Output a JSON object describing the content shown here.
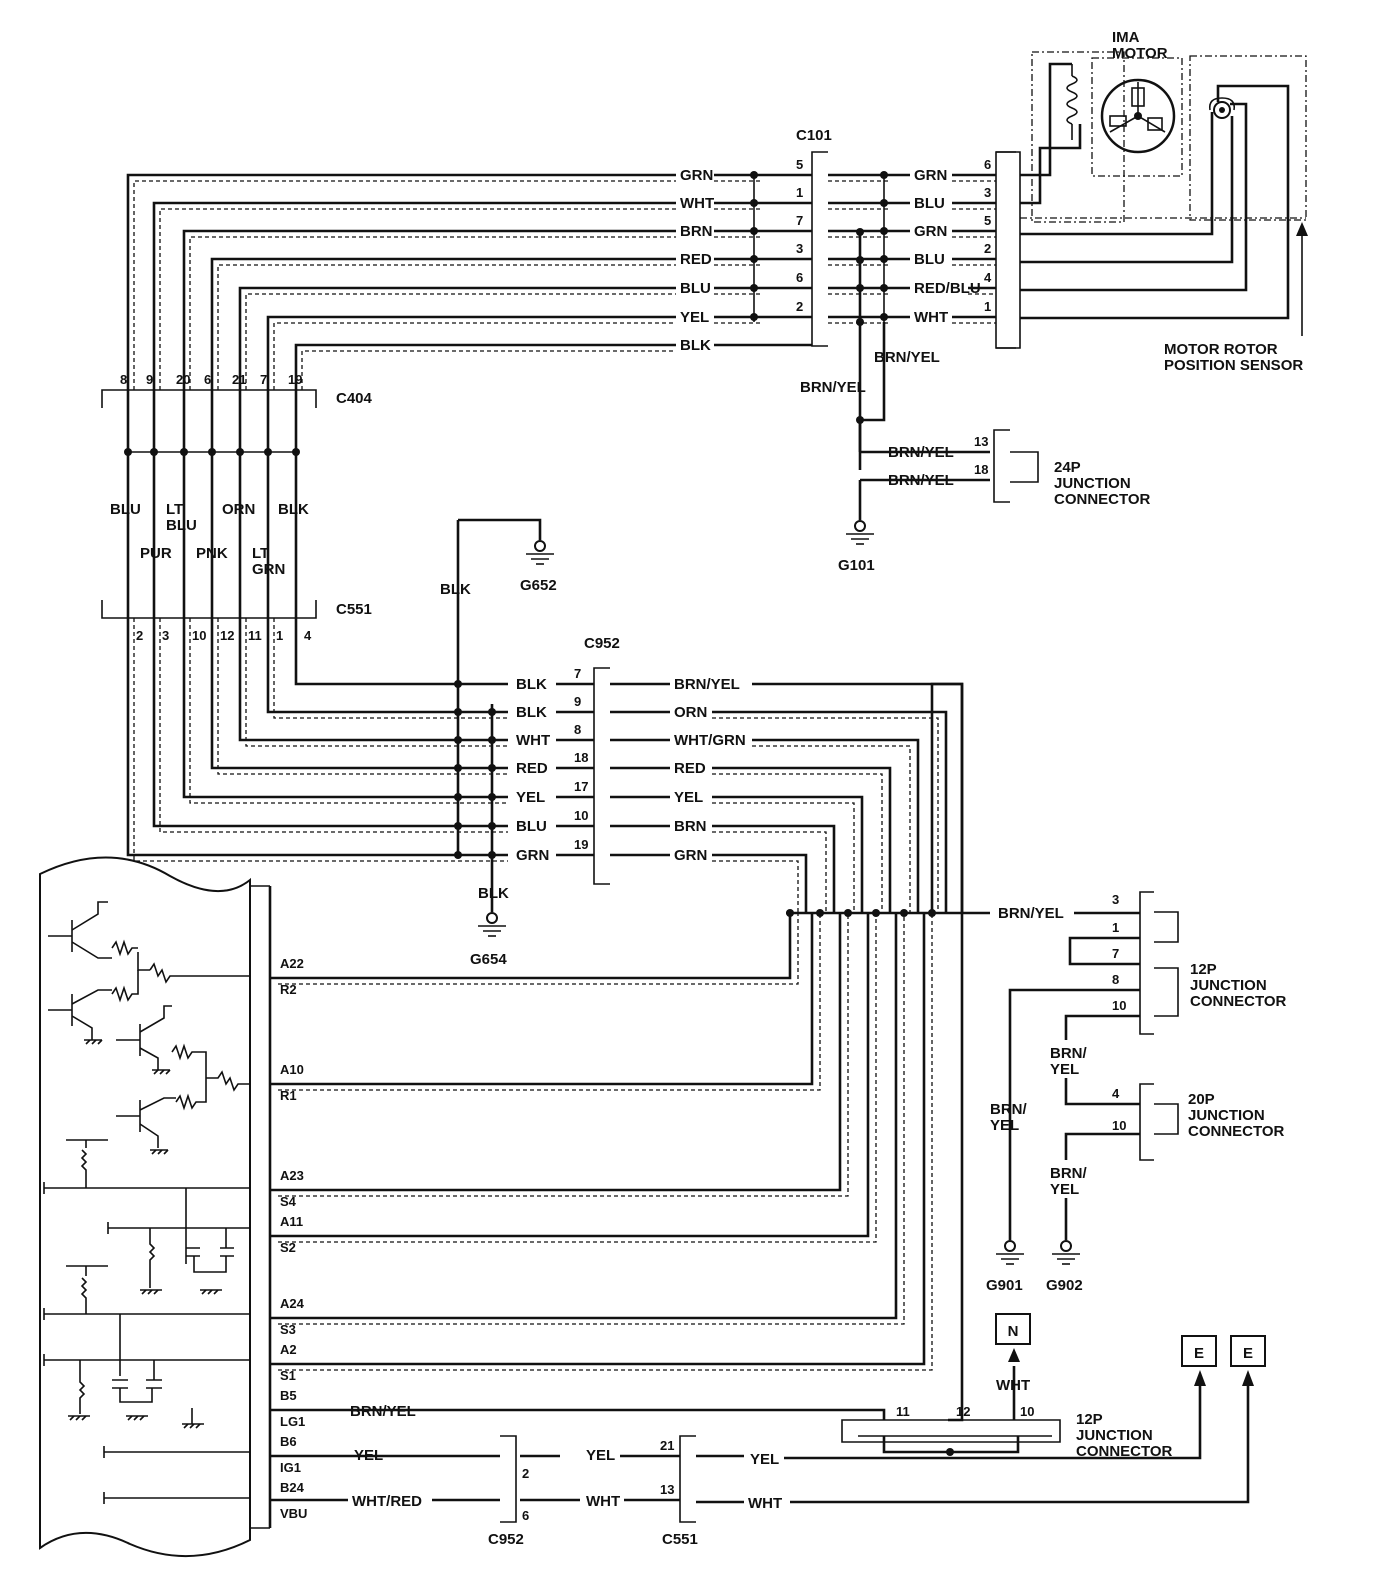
{
  "components": {
    "ima_motor": "IMA\nMOTOR",
    "rotor_sensor": "MOTOR ROTOR\nPOSITION SENSOR",
    "jc24": "24P\nJUNCTION\nCONNECTOR",
    "jc12a": "12P\nJUNCTION\nCONNECTOR",
    "jc20": "20P\nJUNCTION\nCONNECTOR",
    "jc12b": "12P\nJUNCTION\nCONNECTOR"
  },
  "connectors": {
    "c101": "C101",
    "c404": "C404",
    "c551": "C551",
    "c952": "C952",
    "c952_b": "C952",
    "c551_b": "C551"
  },
  "grounds": {
    "g101": "G101",
    "g652": "G652",
    "g654": "G654",
    "g901": "G901",
    "g902": "G902"
  },
  "c101_wires": [
    {
      "left": "GRN",
      "pin": "5",
      "right": "GRN",
      "mpin": "6"
    },
    {
      "left": "WHT",
      "pin": "1",
      "right": "BLU",
      "mpin": "3"
    },
    {
      "left": "BRN",
      "pin": "7",
      "right": "GRN",
      "mpin": "5"
    },
    {
      "left": "RED",
      "pin": "3",
      "right": "BLU",
      "mpin": "2"
    },
    {
      "left": "BLU",
      "pin": "6",
      "right": "RED/BLU",
      "mpin": "4"
    },
    {
      "left": "YEL",
      "pin": "2",
      "right": "WHT",
      "mpin": "1"
    },
    {
      "left": "BLK",
      "pin": "",
      "right": "",
      "mpin": ""
    }
  ],
  "c101_ground_wires": [
    "BRN/YEL",
    "BRN/YEL"
  ],
  "jc24_wires": [
    {
      "label": "BRN/YEL",
      "pin": "13"
    },
    {
      "label": "BRN/YEL",
      "pin": "18"
    }
  ],
  "c404_pins": [
    "8",
    "9",
    "20",
    "6",
    "21",
    "7",
    "19"
  ],
  "harness_colors_upper": [
    "BLU",
    "LT\nBLU",
    "ORN",
    "BLK"
  ],
  "harness_colors_lower": [
    "PUR",
    "PNK",
    "LT\nGRN"
  ],
  "c551_pins": [
    "2",
    "3",
    "10",
    "12",
    "11",
    "1",
    "4"
  ],
  "g652_wire": "BLK",
  "g654_wire": "BLK",
  "c952_wires": [
    {
      "left": "BLK",
      "pin": "7",
      "right": "BRN/YEL"
    },
    {
      "left": "BLK",
      "pin": "9",
      "right": "ORN"
    },
    {
      "left": "WHT",
      "pin": "8",
      "right": "WHT/GRN"
    },
    {
      "left": "RED",
      "pin": "18",
      "right": "RED"
    },
    {
      "left": "YEL",
      "pin": "17",
      "right": "YEL"
    },
    {
      "left": "BLU",
      "pin": "10",
      "right": "BRN"
    },
    {
      "left": "GRN",
      "pin": "19",
      "right": "GRN"
    }
  ],
  "ecu_terminals": [
    "A22",
    "R2",
    "A10",
    "R1",
    "A23",
    "S4",
    "A11",
    "S2",
    "A24",
    "S3",
    "A2",
    "S1",
    "B5",
    "LG1",
    "B6",
    "IG1",
    "B24",
    "VBU"
  ],
  "bus_wire": "BRN/YEL",
  "jc12a_pins": [
    "3",
    "1",
    "7",
    "8",
    "10"
  ],
  "jc12a_out_wires": [
    "BRN/\nYEL",
    "BRN/\nYEL"
  ],
  "jc20_pins": [
    "4",
    "10"
  ],
  "jc20_out_wire": "BRN/\nYEL",
  "bottom_wires": {
    "b5": "BRN/YEL",
    "b6_left": "YEL",
    "c952_pin2": "2",
    "b6_mid": "YEL",
    "c551_pin21": "21",
    "b6_right": "YEL",
    "b24_left": "WHT/RED",
    "c952_pin6": "6",
    "b24_mid": "WHT",
    "c551_pin13": "13",
    "b24_right": "WHT"
  },
  "jc12b_pins": [
    "11",
    "12",
    "10"
  ],
  "n_wire": "WHT",
  "flags": {
    "n": "N",
    "e1": "E",
    "e2": "E"
  }
}
